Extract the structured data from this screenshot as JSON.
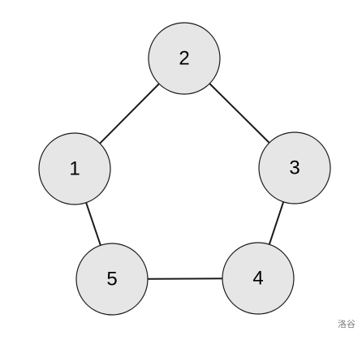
{
  "graph": {
    "nodes": [
      {
        "id": "1",
        "label": "1"
      },
      {
        "id": "2",
        "label": "2"
      },
      {
        "id": "3",
        "label": "3"
      },
      {
        "id": "4",
        "label": "4"
      },
      {
        "id": "5",
        "label": "5"
      }
    ],
    "edges": [
      {
        "from": "2",
        "to": "1"
      },
      {
        "from": "2",
        "to": "3"
      },
      {
        "from": "3",
        "to": "4"
      },
      {
        "from": "4",
        "to": "5"
      },
      {
        "from": "5",
        "to": "1"
      }
    ],
    "colors": {
      "node_fill": "#e6e6e6",
      "node_stroke": "#1a1a1a",
      "edge": "#1a1a1a",
      "label": "#000000"
    }
  },
  "watermark": {
    "text": "洛谷"
  }
}
